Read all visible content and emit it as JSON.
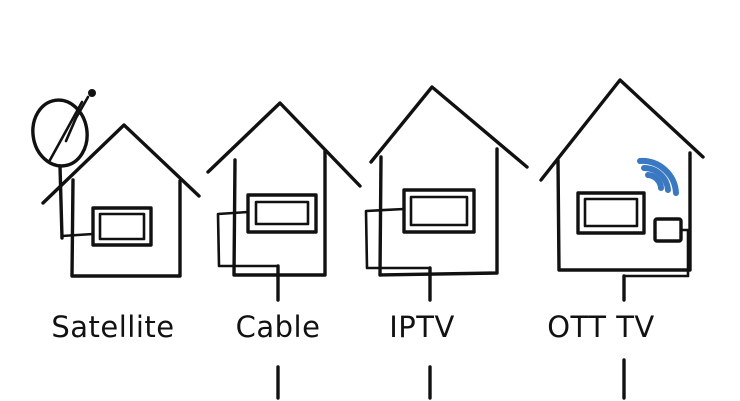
{
  "houses": [
    {
      "id": "satellite",
      "label": "Satellite"
    },
    {
      "id": "cable",
      "label": "Cable"
    },
    {
      "id": "iptv",
      "label": "IPTV"
    },
    {
      "id": "ott",
      "label": "OTT TV"
    }
  ],
  "colors": {
    "ink": "#111111",
    "wifi": "#3a78c2",
    "background": "#ffffff"
  },
  "icons": [
    "satellite-dish-icon",
    "tv-screen-icon",
    "wifi-signal-icon",
    "set-top-box-icon"
  ]
}
